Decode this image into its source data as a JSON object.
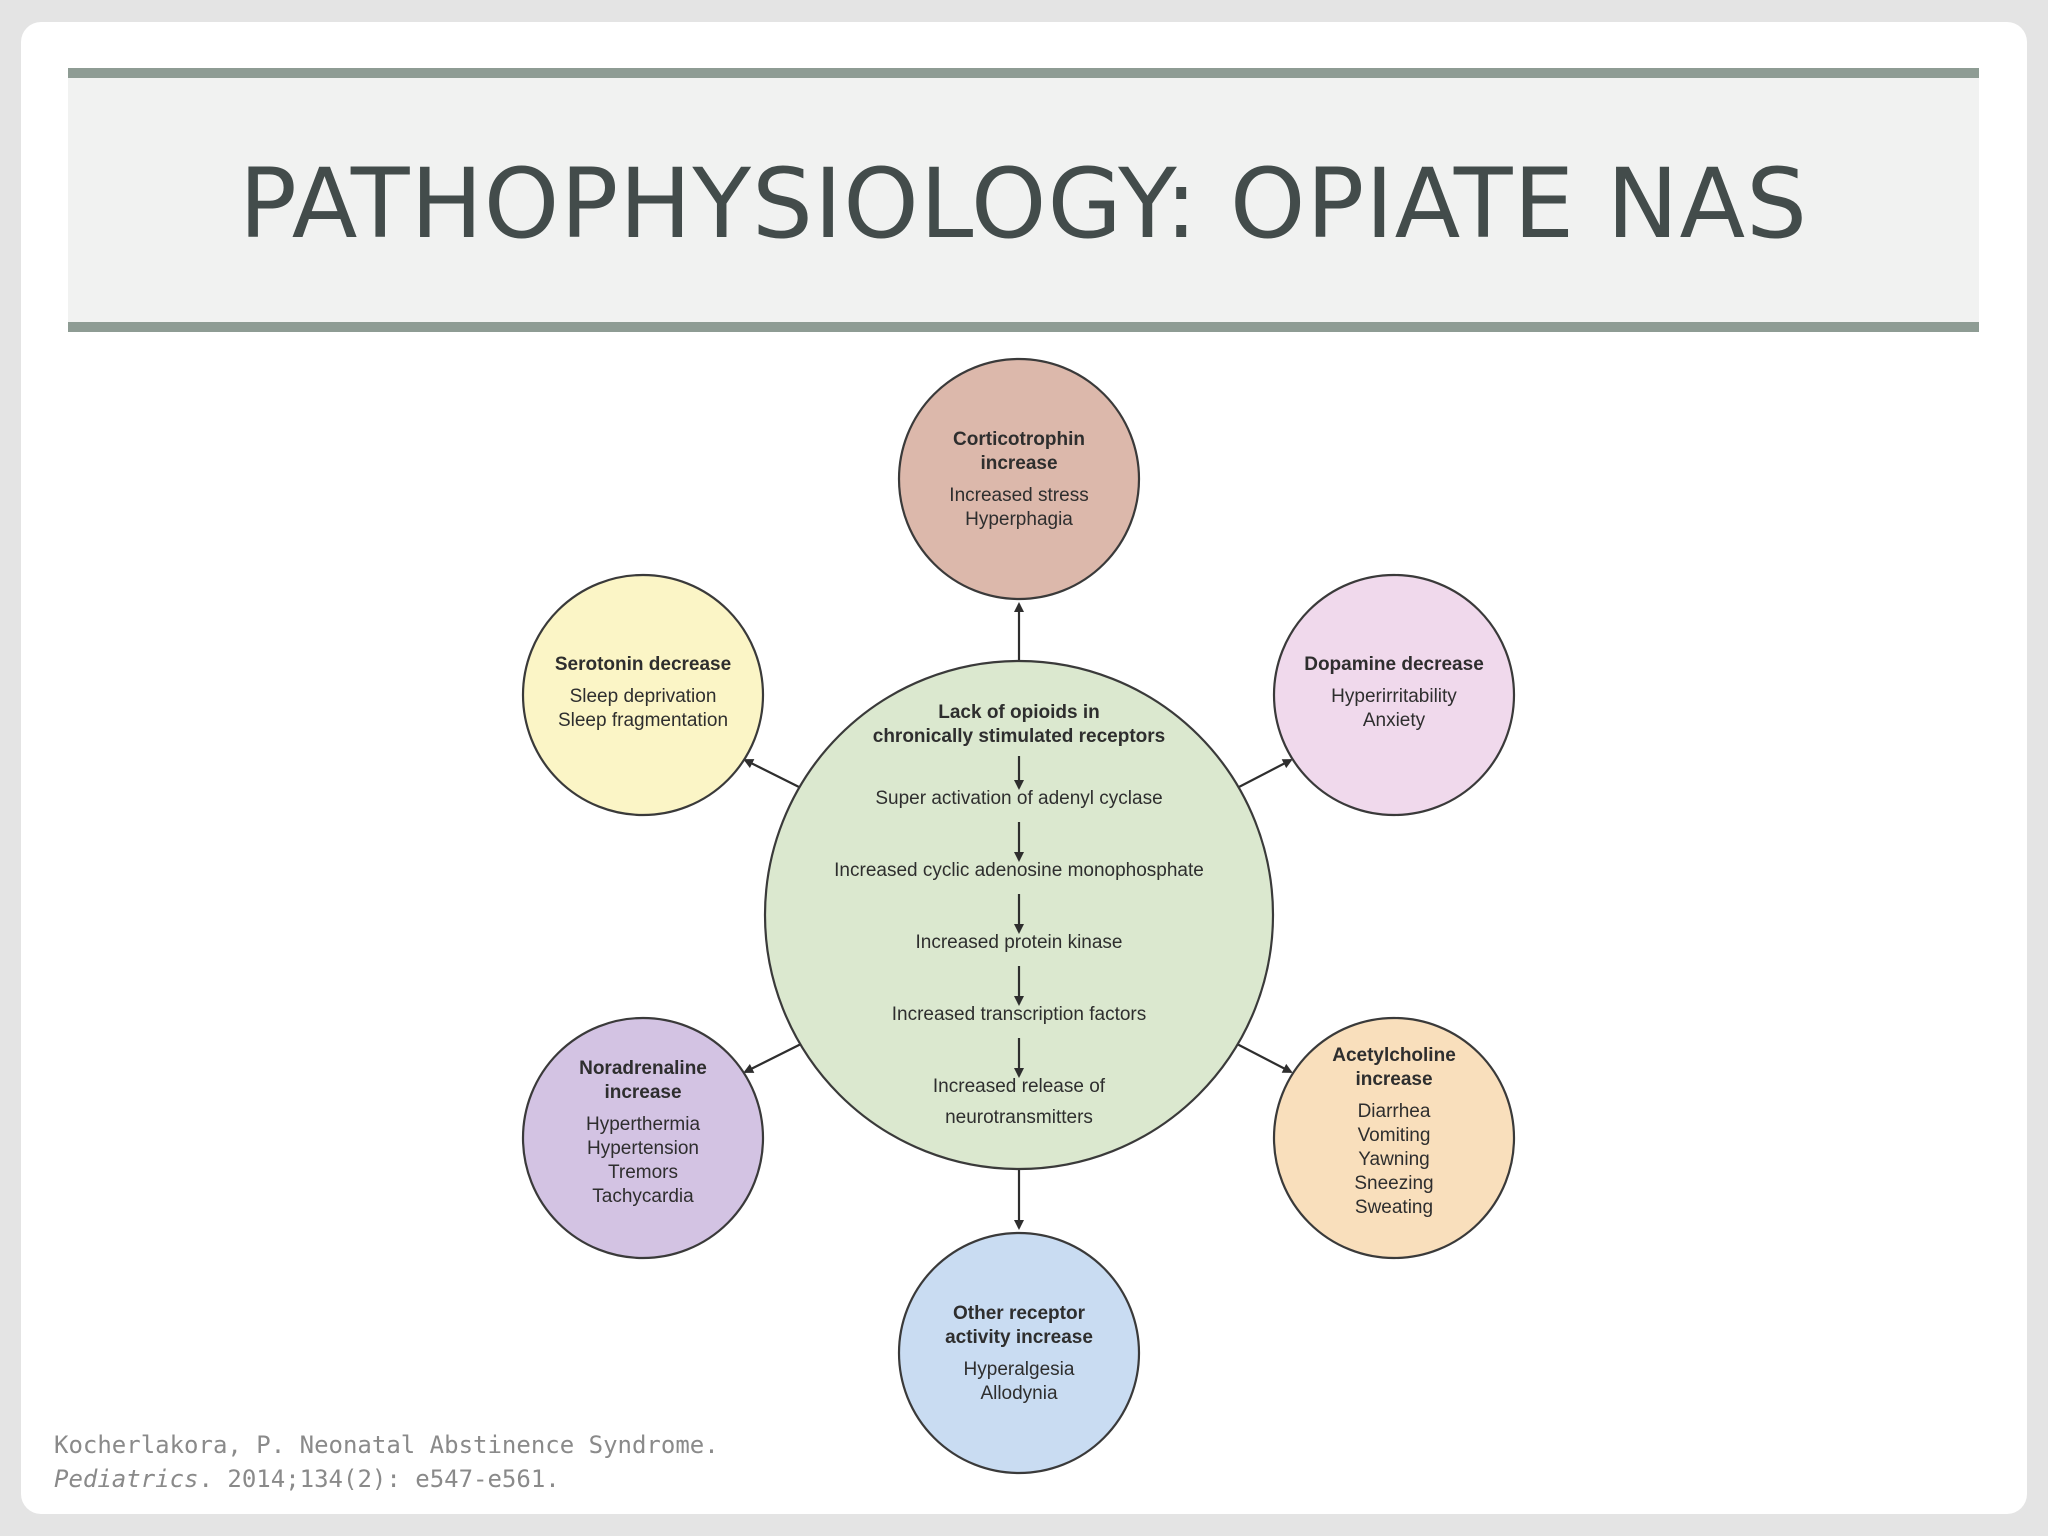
{
  "slide": {
    "title": "PATHOPHYSIOLOGY: OPIATE NAS"
  },
  "diagram": {
    "center": {
      "heading": [
        "Lack of opioids in",
        "chronically stimulated receptors"
      ],
      "steps": [
        "Super activation of adenyl cyclase",
        "Increased cyclic adenosine monophosphate",
        "Increased protein kinase",
        "Increased transcription factors",
        "Increased release of",
        "neurotransmitters"
      ]
    },
    "nodes": {
      "corticotrophin": {
        "heading": [
          "Corticotrophin",
          "increase"
        ],
        "effects": [
          "Increased stress",
          "Hyperphagia"
        ],
        "color": "#dcb8ab"
      },
      "serotonin": {
        "heading": [
          "Serotonin decrease"
        ],
        "effects": [
          "Sleep deprivation",
          "Sleep fragmentation"
        ],
        "color": "#fbf5c6"
      },
      "dopamine": {
        "heading": [
          "Dopamine decrease"
        ],
        "effects": [
          "Hyperirritability",
          "Anxiety"
        ],
        "color": "#f0d9ec"
      },
      "noradrenaline": {
        "heading": [
          "Noradrenaline",
          "increase"
        ],
        "effects": [
          "Hyperthermia",
          "Hypertension",
          "Tremors",
          "Tachycardia"
        ],
        "color": "#d3c3e3"
      },
      "acetylcholine": {
        "heading": [
          "Acetylcholine",
          "increase"
        ],
        "effects": [
          "Diarrhea",
          "Vomiting",
          "Yawning",
          "Sneezing",
          "Sweating"
        ],
        "color": "#f9dfbc"
      },
      "other_receptor": {
        "heading": [
          "Other receptor",
          "activity increase"
        ],
        "effects": [
          "Hyperalgesia",
          "Allodynia"
        ],
        "color": "#c9dcf2"
      }
    },
    "center_color": "#dbe8cf"
  },
  "citation": {
    "line1": "Kocherlakora, P. Neonatal Abstinence Syndrome.",
    "journal": "Pediatrics",
    "line2_rest": ". 2014;134(2): e547-e561."
  }
}
